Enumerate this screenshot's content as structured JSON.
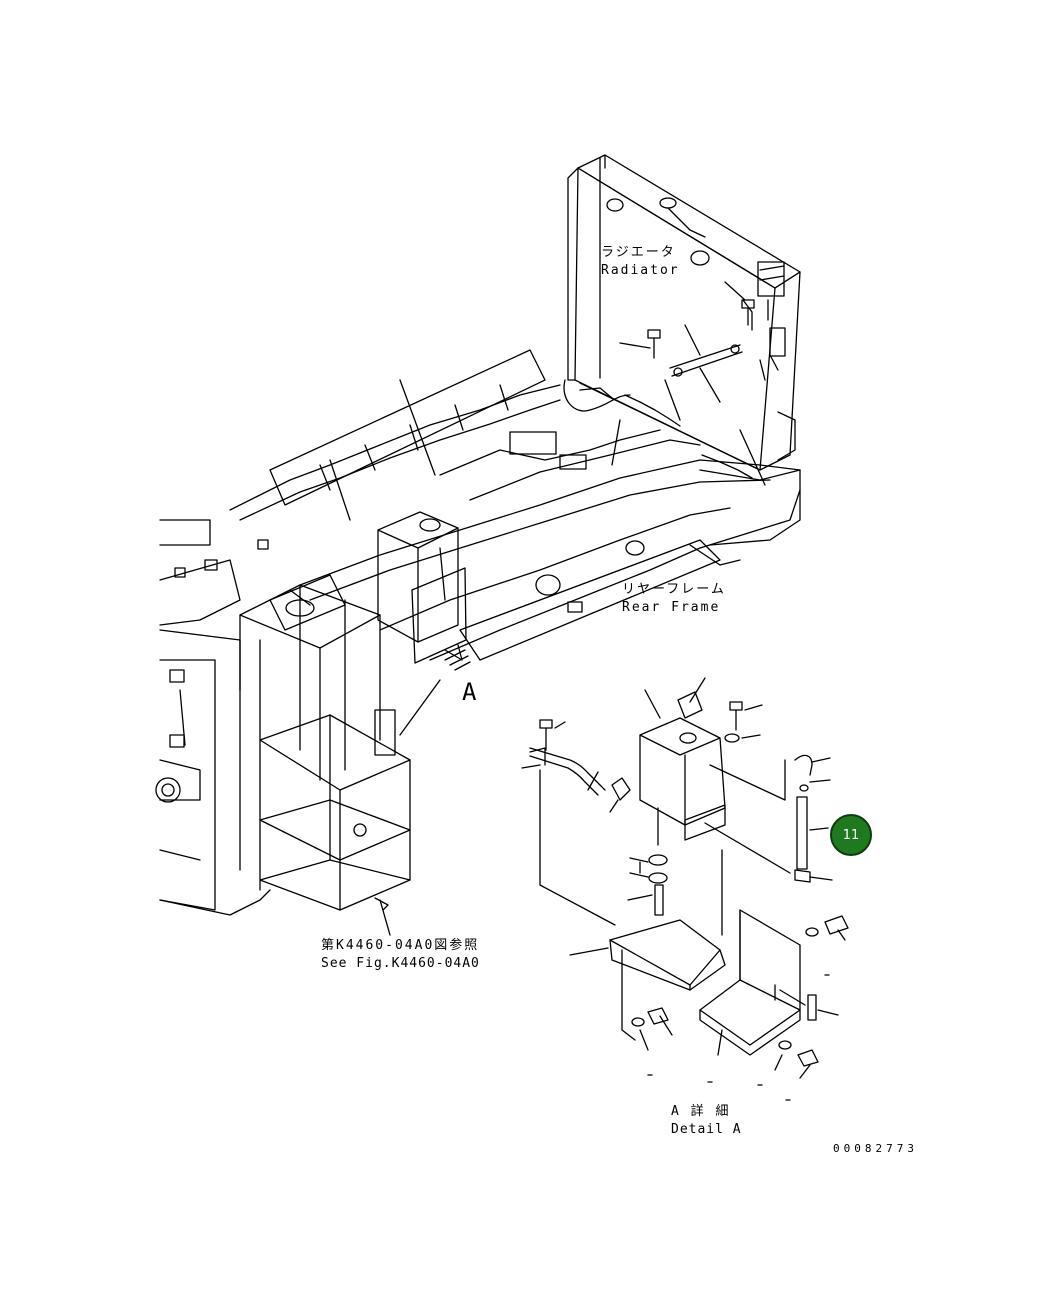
{
  "labels": {
    "radiator_jp": "ラジエータ",
    "radiator_en": "Radiator",
    "rear_frame_jp": "リヤーフレーム",
    "rear_frame_en": "Rear Frame",
    "view_a": "A",
    "see_fig_jp": "第K4460-04A0図参照",
    "see_fig_en": "See Fig.K4460-04A0",
    "detail_jp": "A 詳 細",
    "detail_en": "Detail A",
    "drawing_number": "00082773"
  },
  "callout": {
    "number": "11",
    "color": "#1f7a1f"
  }
}
